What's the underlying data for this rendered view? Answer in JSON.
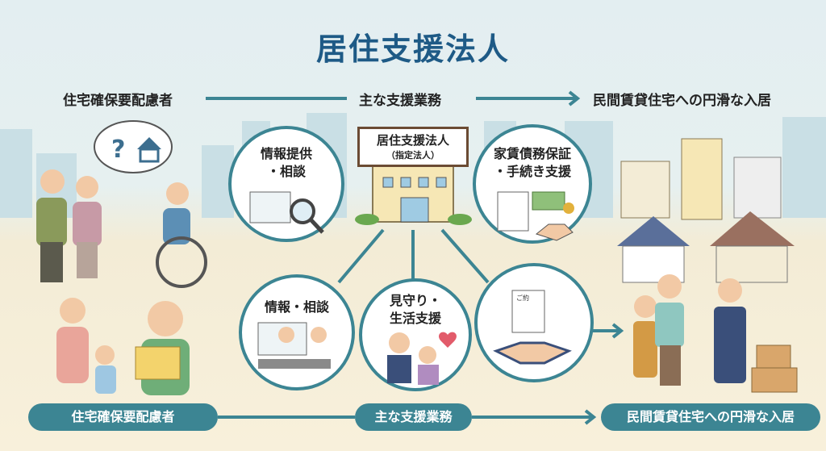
{
  "title": "居住支援法人",
  "top_flow": {
    "left": "住宅確保要配慮者",
    "middle": "主な支援業務",
    "right": "民間賃貸住宅への円滑な入居"
  },
  "center_building": {
    "name": "居住支援法人",
    "sub": "（指定法人）"
  },
  "services": {
    "info_consult": [
      "情報提供",
      "・相談"
    ],
    "rent_guarantee": [
      "家賃債務保証",
      "・手続き支援"
    ],
    "info_consult_2": "情報・相談",
    "watch_support": [
      "見守り・",
      "生活支援"
    ]
  },
  "doc_label": "ご約",
  "bottom_flow": {
    "left": "住宅確保要配慮者",
    "middle": "主な支援業務",
    "right": "民間賃貸住宅への円滑な入居"
  },
  "colors": {
    "title": "#1e5a86",
    "accent": "#3c8593",
    "sky": "#e3eef1",
    "ground": "#f8f0db"
  }
}
